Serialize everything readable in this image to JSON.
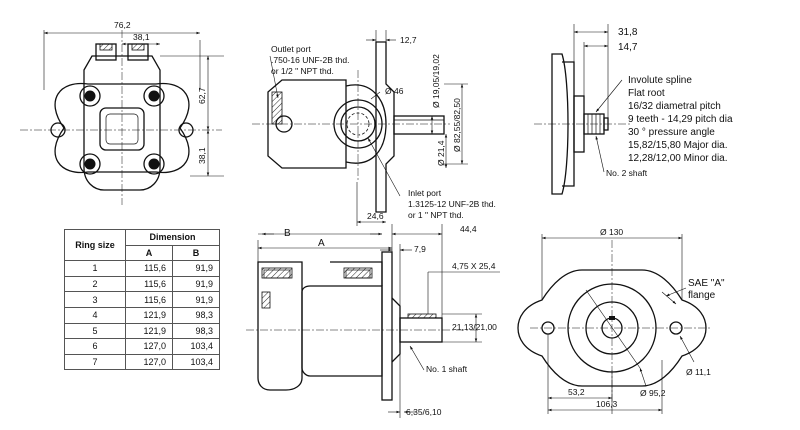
{
  "dims": {
    "top_width": "76,2",
    "top_half": "38,1",
    "side_height": "62,7",
    "side_lower": "38,1",
    "flange_thk": "12,7",
    "port_dia": "Ø 46",
    "shaft_dia_top": "Ø 19,05/19,02",
    "pilot_dia": "Ø 82,55/82,50",
    "shaft_dia_low": "Ø 21,4",
    "offset_inlet": "24,6",
    "right_total": "31,8",
    "right_spline": "14,7",
    "dim_b": "B",
    "dim_a": "A",
    "dim_44": "44,4",
    "dim_79": "7,9",
    "key": "4,75 X 25,4",
    "key_height": "21,13/21,00",
    "shaft_len": "6,35/6,10",
    "flange_dia": "Ø 130",
    "hole_dia": "Ø 11,1",
    "bolt_dia": "Ø 95,2",
    "dim_53": "53,2",
    "dim_106": "106,3"
  },
  "labels": {
    "outlet": [
      "Outlet port",
      ".750-16 UNF-2B thd.",
      "or 1/2 \" NPT thd."
    ],
    "inlet": [
      "Inlet port",
      "1.3125-12 UNF-2B thd.",
      "or 1 \" NPT thd."
    ],
    "spline": [
      "Involute spline",
      "Flat root",
      "16/32 diametral pitch",
      "9 teeth - 14,29 pitch dia",
      "30 ° pressure angle",
      "15,82/15,80  Major dia.",
      "12,28/12,00  Minor dia."
    ],
    "shaft2": "No. 2 shaft",
    "shaft1": "No. 1 shaft",
    "sae": [
      "SAE  \"A\"",
      "flange"
    ]
  },
  "table": {
    "header": {
      "ring_size": "Ring size",
      "dimension": "Dimension",
      "a": "A",
      "b": "B"
    },
    "rows": [
      {
        "ring": "1",
        "a": "115,6",
        "b": "91,9"
      },
      {
        "ring": "2",
        "a": "115,6",
        "b": "91,9"
      },
      {
        "ring": "3",
        "a": "115,6",
        "b": "91,9"
      },
      {
        "ring": "4",
        "a": "121,9",
        "b": "98,3"
      },
      {
        "ring": "5",
        "a": "121,9",
        "b": "98,3"
      },
      {
        "ring": "6",
        "a": "127,0",
        "b": "103,4"
      },
      {
        "ring": "7",
        "a": "127,0",
        "b": "103,4"
      }
    ]
  }
}
